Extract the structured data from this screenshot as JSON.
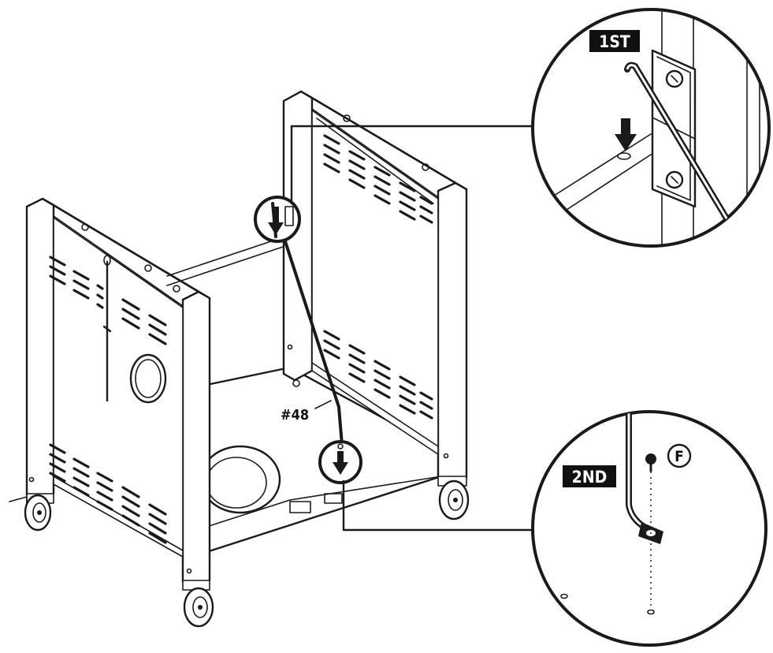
{
  "callouts": {
    "step1": {
      "label": "1ST"
    },
    "step2": {
      "label": "2ND"
    }
  },
  "part_label": "#48",
  "hardware_label": "F",
  "colors": {
    "ink": "#1a1a1a",
    "badge": "#111111",
    "paper": "#ffffff"
  }
}
